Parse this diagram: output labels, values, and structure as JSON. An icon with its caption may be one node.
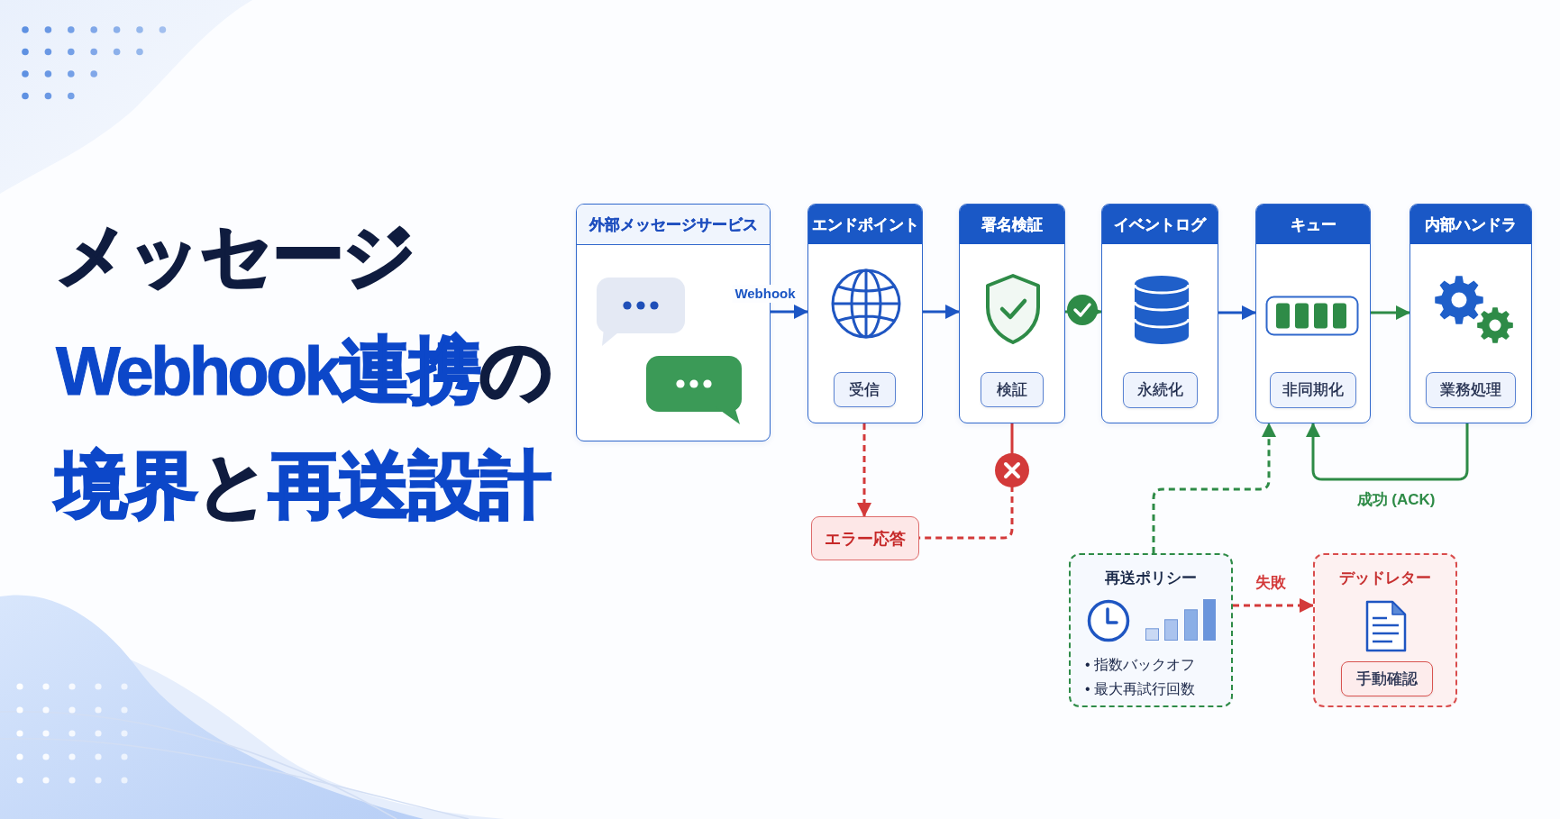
{
  "diagram": {
    "title": "メッセージWebhook連携の境界と再送設計",
    "nodes": [
      {
        "text": [
          "外部メッセージサービス"
        ]
      },
      {
        "text": [
          "エンドポイント"
        ]
      },
      {
        "text": [
          "受信"
        ],
        "in": 1
      },
      {
        "text": [
          "署名検証"
        ]
      },
      {
        "text": [
          "検証"
        ],
        "in": 3
      },
      {
        "text": [
          "イベントログ"
        ]
      },
      {
        "text": [
          "永続化"
        ],
        "in": 5
      },
      {
        "text": [
          "キュー"
        ]
      },
      {
        "text": [
          "非同期化"
        ],
        "in": 7
      },
      {
        "text": [
          "内部ハンドラ"
        ]
      },
      {
        "text": [
          "業務処理"
        ],
        "in": 9
      },
      {
        "text": [
          "エラー応答"
        ]
      },
      {
        "text": [
          "再送ポリシー",
          "• 指数バックオフ",
          "• 最大再試行回数"
        ]
      },
      {
        "text": [
          "デッドレター"
        ]
      },
      {
        "text": [
          "手動確認"
        ],
        "in": 13
      }
    ],
    "edges": [
      {
        "from": 0,
        "to": 1,
        "arrow": "to",
        "label": "Webhook",
        "color": "#1c56c4"
      },
      {
        "from": 1,
        "to": 3,
        "arrow": "to",
        "color": "#1c56c4"
      },
      {
        "from": 3,
        "to": 5,
        "arrow": "to"
      },
      {
        "from": 5,
        "to": 7,
        "arrow": "to",
        "color": "#1c56c4"
      },
      {
        "from": 7,
        "to": 9,
        "arrow": "to"
      },
      {
        "from": 9,
        "to": 7,
        "arrow": "to",
        "label": "成功 (ACK)"
      },
      {
        "from": 1,
        "to": 11,
        "arrow": "to",
        "style": "dashed",
        "color": "#d33a3a"
      },
      {
        "from": 3,
        "to": 11,
        "arrow": "none",
        "style": "dashed",
        "color": "#d33a3a"
      },
      {
        "from": 12,
        "to": 7,
        "arrow": "to",
        "style": "dashed"
      },
      {
        "from": 12,
        "to": 13,
        "arrow": "to",
        "label": "失敗",
        "style": "dashed",
        "color": "#d33a3a"
      }
    ]
  }
}
